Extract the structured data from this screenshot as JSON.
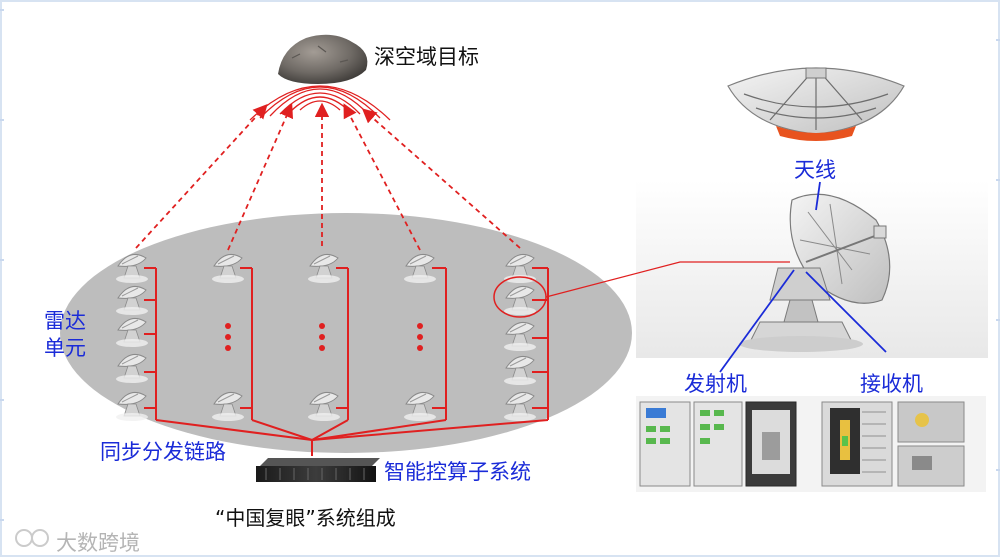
{
  "labels": {
    "target": "深空域目标",
    "radar_unit_line1": "雷达",
    "radar_unit_line2": "单元",
    "sync_link": "同步分发链路",
    "compute": "智能控算子系统",
    "caption": "“中国复眼”系统组成",
    "antenna": "天线",
    "transmitter": "发射机",
    "receiver": "接收机",
    "watermark": "大数跨境"
  },
  "colors": {
    "blue_label": "#1a2bd8",
    "red_line": "#e02020",
    "ellipse": "#bdbdbd",
    "border": "#d7e3f2"
  },
  "icons": [
    "rock-target",
    "radar-dish",
    "server-rack",
    "parabolic-antenna",
    "steerable-antenna",
    "transmitter-cabinet",
    "receiver-cabinet"
  ]
}
